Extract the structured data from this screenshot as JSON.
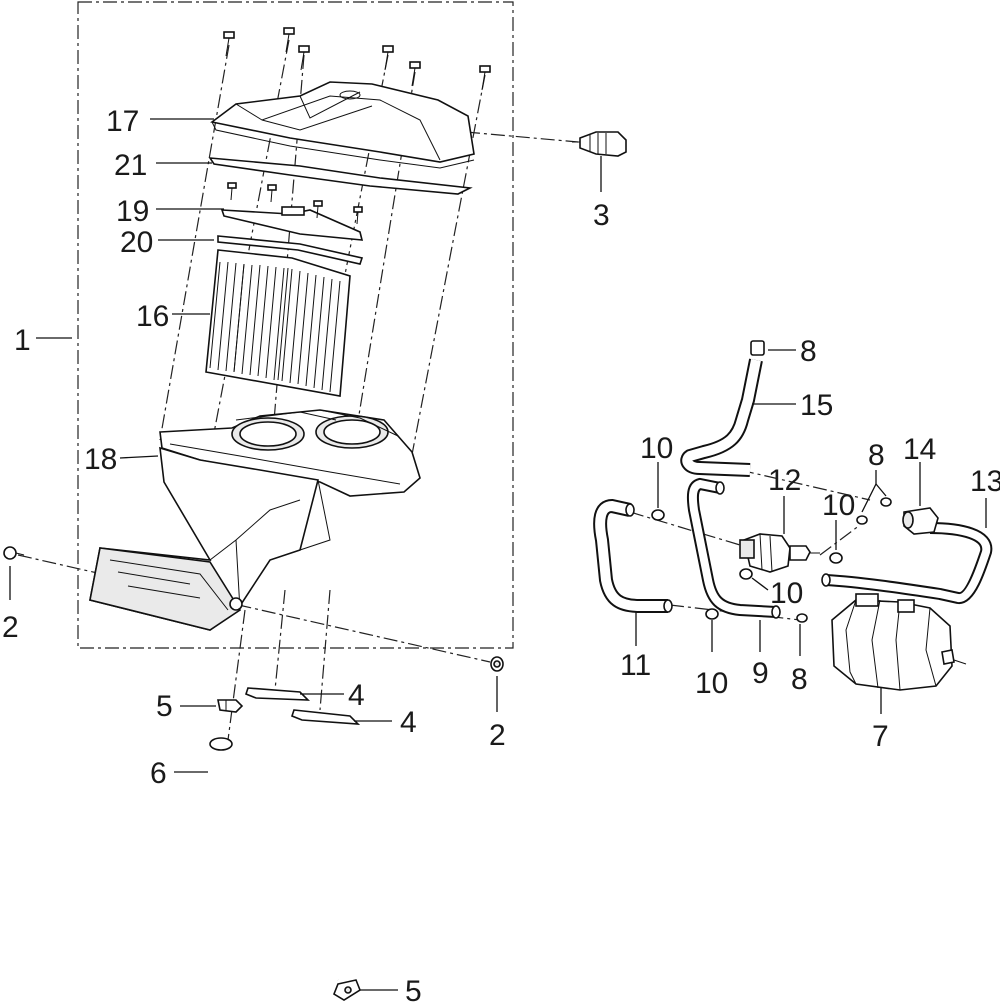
{
  "diagram": {
    "labels": [
      {
        "id": "l1",
        "text": "1"
      },
      {
        "id": "l2a",
        "text": "2"
      },
      {
        "id": "l2b",
        "text": "2"
      },
      {
        "id": "l3",
        "text": "3"
      },
      {
        "id": "l4a",
        "text": "4"
      },
      {
        "id": "l4b",
        "text": "4"
      },
      {
        "id": "l5a",
        "text": "5"
      },
      {
        "id": "l5b",
        "text": "5"
      },
      {
        "id": "l6",
        "text": "6"
      },
      {
        "id": "l7",
        "text": "7"
      },
      {
        "id": "l8a",
        "text": "8"
      },
      {
        "id": "l8b",
        "text": "8"
      },
      {
        "id": "l8c",
        "text": "8"
      },
      {
        "id": "l9",
        "text": "9"
      },
      {
        "id": "l10a",
        "text": "10"
      },
      {
        "id": "l10b",
        "text": "10"
      },
      {
        "id": "l10c",
        "text": "10"
      },
      {
        "id": "l10d",
        "text": "10"
      },
      {
        "id": "l11",
        "text": "11"
      },
      {
        "id": "l12",
        "text": "12"
      },
      {
        "id": "l13",
        "text": "13"
      },
      {
        "id": "l14",
        "text": "14"
      },
      {
        "id": "l15",
        "text": "15"
      },
      {
        "id": "l16",
        "text": "16"
      },
      {
        "id": "l17",
        "text": "17"
      },
      {
        "id": "l18",
        "text": "18"
      },
      {
        "id": "l19",
        "text": "19"
      },
      {
        "id": "l20",
        "text": "20"
      },
      {
        "id": "l21",
        "text": "21"
      }
    ]
  }
}
